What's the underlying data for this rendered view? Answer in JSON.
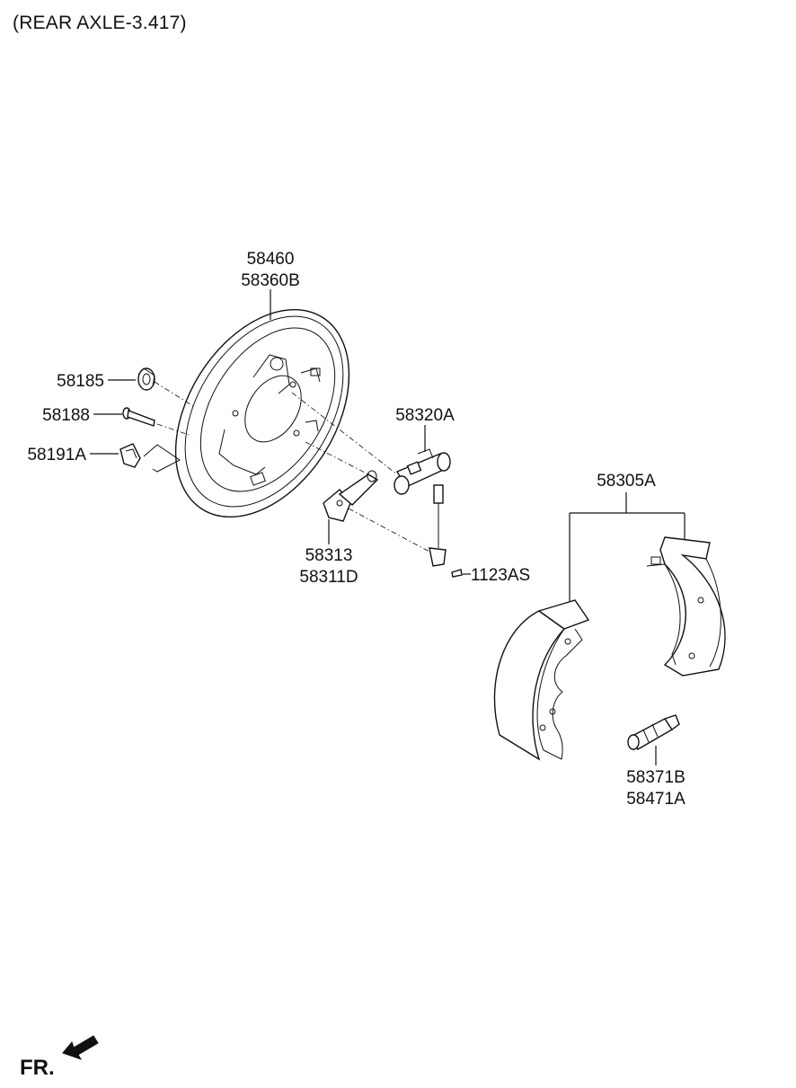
{
  "header": {
    "title": "(REAR AXLE-3.417)"
  },
  "direction": {
    "label": "FR."
  },
  "labels": {
    "backing_plate_1": "58460",
    "backing_plate_2": "58360B",
    "plug": "58185",
    "pin": "58188",
    "retainer": "58191A",
    "wheel_cylinder": "58320A",
    "shoe_kit": "58305A",
    "lever_1": "58313",
    "lever_2": "58311D",
    "bleeder": "1123AS",
    "adjuster_1": "58371B",
    "adjuster_2": "58471A"
  }
}
